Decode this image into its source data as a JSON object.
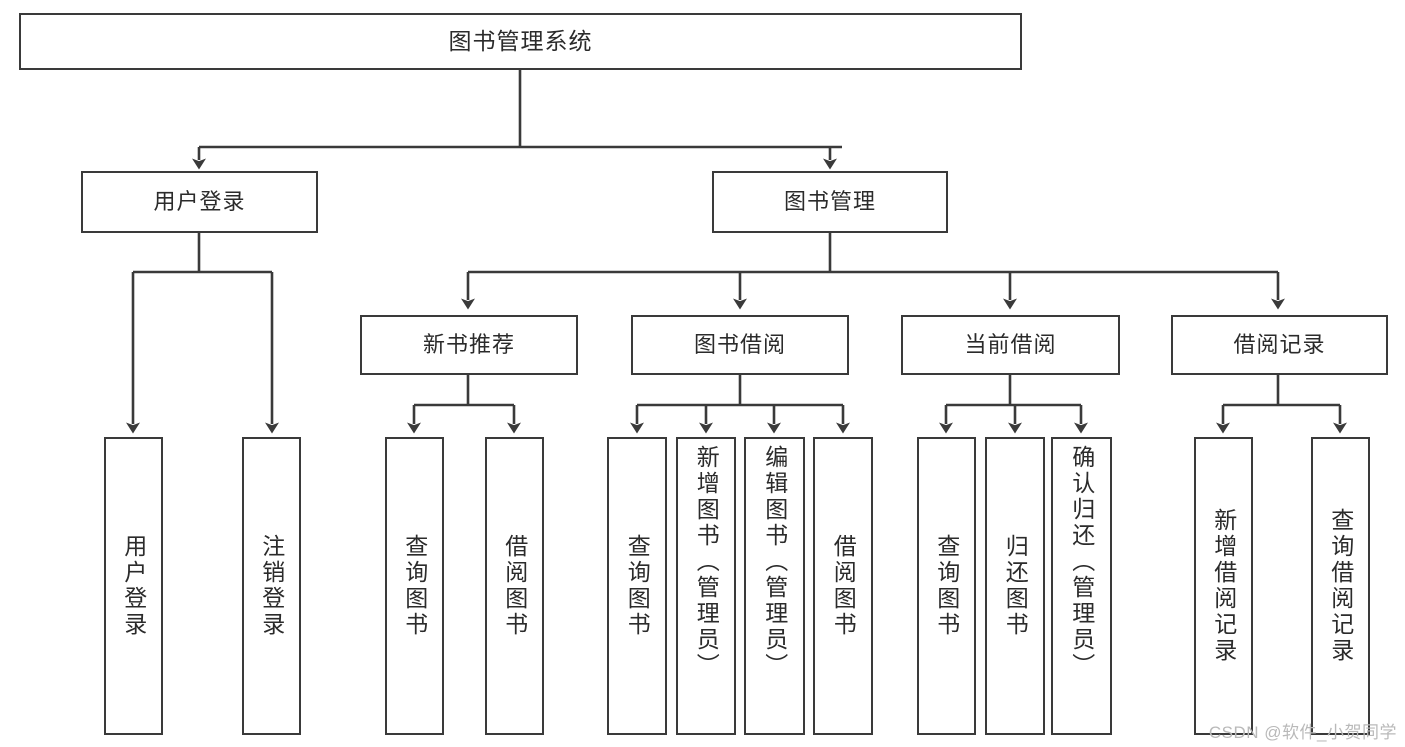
{
  "diagram": {
    "type": "tree-hierarchy",
    "title": "图书管理系统",
    "root": {
      "id": "root",
      "label": "图书管理系统"
    },
    "level1": [
      {
        "id": "user-login",
        "label": "用户登录"
      },
      {
        "id": "book-manage",
        "label": "图书管理"
      }
    ],
    "level2": [
      {
        "id": "new-book-rec",
        "label": "新书推荐",
        "parent": "book-manage"
      },
      {
        "id": "book-borrow",
        "label": "图书借阅",
        "parent": "book-manage"
      },
      {
        "id": "current-borrow",
        "label": "当前借阅",
        "parent": "book-manage"
      },
      {
        "id": "borrow-record",
        "label": "借阅记录",
        "parent": "book-manage"
      }
    ],
    "leaves": [
      {
        "id": "leaf-user-login",
        "label": "用户登录",
        "parent": "user-login"
      },
      {
        "id": "leaf-logout",
        "label": "注销登录",
        "parent": "user-login"
      },
      {
        "id": "leaf-query-book-1",
        "label": "查询图书",
        "parent": "new-book-rec"
      },
      {
        "id": "leaf-borrow-book-1",
        "label": "借阅图书",
        "parent": "new-book-rec"
      },
      {
        "id": "leaf-query-book-2",
        "label": "查询图书",
        "parent": "book-borrow"
      },
      {
        "id": "leaf-add-book",
        "label": "新增图书（管理员）",
        "parent": "book-borrow"
      },
      {
        "id": "leaf-edit-book",
        "label": "编辑图书（管理员）",
        "parent": "book-borrow"
      },
      {
        "id": "leaf-borrow-book-2",
        "label": "借阅图书",
        "parent": "book-borrow"
      },
      {
        "id": "leaf-query-book-3",
        "label": "查询图书",
        "parent": "current-borrow"
      },
      {
        "id": "leaf-return-book",
        "label": "归还图书",
        "parent": "current-borrow"
      },
      {
        "id": "leaf-confirm-return",
        "label": "确认归还（管理员）",
        "parent": "current-borrow"
      },
      {
        "id": "leaf-add-record",
        "label": "新增借阅记录",
        "parent": "borrow-record"
      },
      {
        "id": "leaf-query-record",
        "label": "查询借阅记录",
        "parent": "borrow-record"
      }
    ]
  },
  "watermark": {
    "text": "CSDN @软件_小贺同学"
  },
  "colors": {
    "stroke": "#3a3a3a",
    "background": "#ffffff",
    "text": "#2b2b2b",
    "watermark": "#b9b9b9"
  }
}
